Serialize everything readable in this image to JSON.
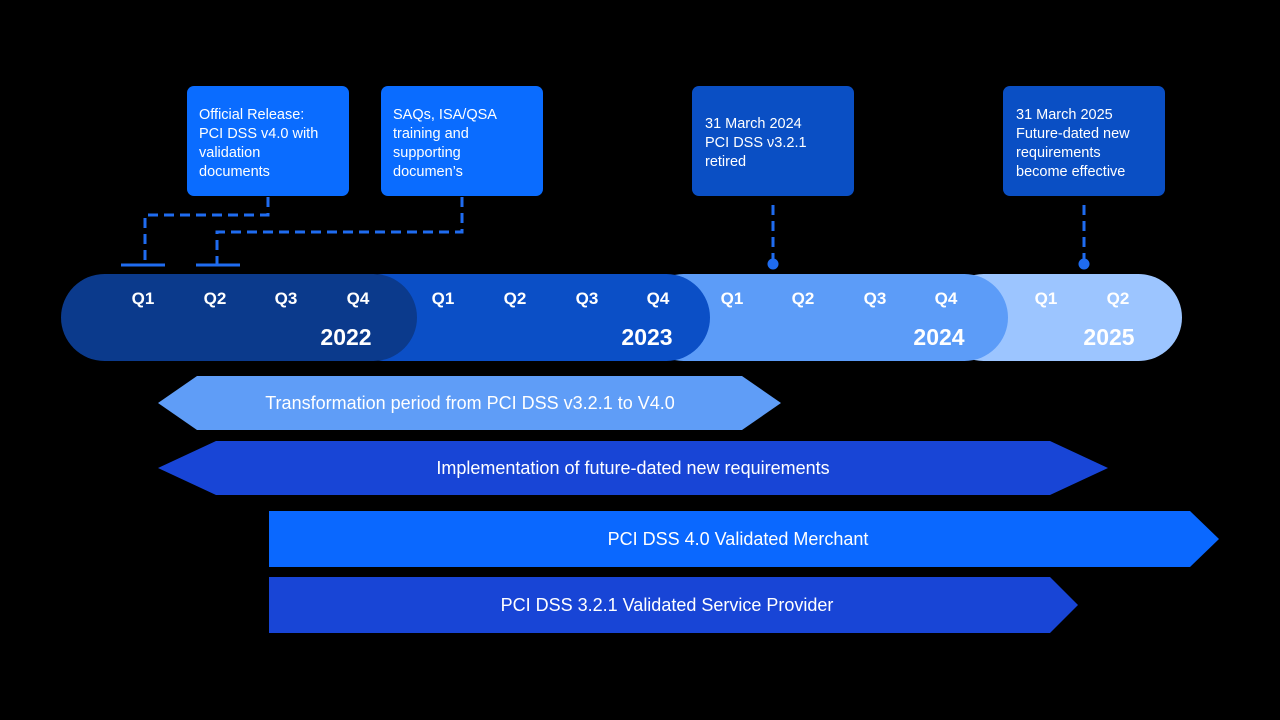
{
  "callouts": [
    {
      "lines": [
        "Official Release:",
        "PCI DSS v4.0 with",
        "validation",
        "documents"
      ],
      "color": "#0a6cff"
    },
    {
      "lines": [
        "SAQs, ISA/QSA",
        "training and",
        "supporting",
        "documen’s"
      ],
      "color": "#0a6cff"
    },
    {
      "lines": [
        "31 March 2024",
        "PCI DSS ν3.2.1",
        "retired"
      ],
      "color": "#0a4fc4"
    },
    {
      "lines": [
        "31 March 2025",
        "Future-dated new",
        "requirements",
        "become effective"
      ],
      "color": "#0a4fc4"
    }
  ],
  "timeline": {
    "years": [
      {
        "year": "2022",
        "quarters": [
          "Q1",
          "Q2",
          "Q3",
          "Q4"
        ],
        "color": "#0b3a8c"
      },
      {
        "year": "2023",
        "quarters": [
          "Q1",
          "Q2",
          "Q3",
          "Q4"
        ],
        "color": "#0b4fc6"
      },
      {
        "year": "2024",
        "quarters": [
          "Q1",
          "Q2",
          "Q3",
          "Q4"
        ],
        "color": "#5c9cf8"
      },
      {
        "year": "2025",
        "quarters": [
          "Q1",
          "Q2"
        ],
        "color": "#9cc5ff"
      }
    ]
  },
  "connector_color": "#1f6cf0",
  "arrows": [
    {
      "label": "Transformation period from PCI DSS v3.2.1 to V4.0",
      "color": "#5f9df7",
      "style": "double"
    },
    {
      "label": "Implementation of future-dated new requirements",
      "color": "#1845d6",
      "style": "double"
    },
    {
      "label": "PCI DSS 4.0 Validated Merchant",
      "color": "#0a68ff",
      "style": "right"
    },
    {
      "label": "PCI DSS 3.2.1 Validated Service Provider",
      "color": "#1845d6",
      "style": "right"
    }
  ]
}
